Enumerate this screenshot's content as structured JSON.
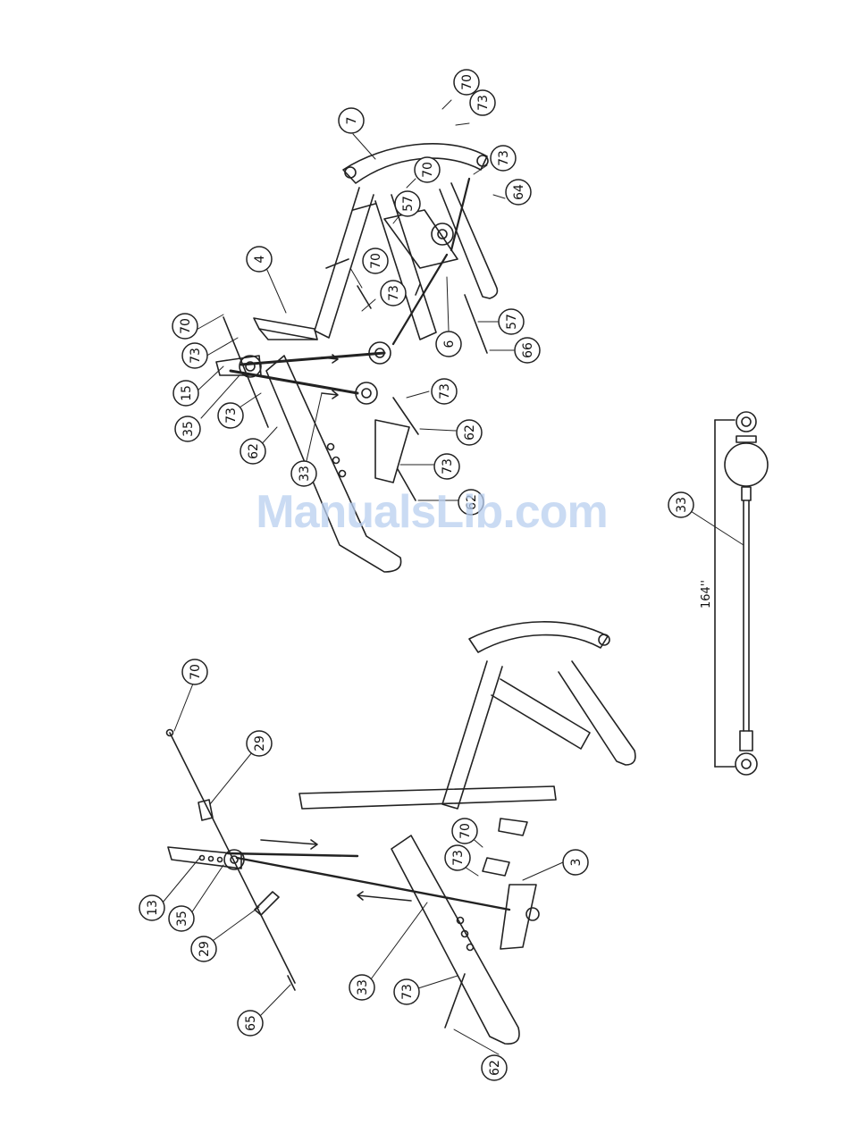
{
  "callouts": {
    "top": [
      "70",
      "73",
      "7",
      "73",
      "70",
      "64",
      "57",
      "4",
      "70",
      "73",
      "70",
      "73",
      "15",
      "35",
      "73",
      "62",
      "73",
      "62",
      "6",
      "57",
      "66",
      "33",
      "73",
      "62"
    ],
    "bottom": [
      "70",
      "29",
      "13",
      "35",
      "29",
      "65",
      "33",
      "73",
      "62",
      "3",
      "70",
      "73"
    ],
    "cable": [
      "33"
    ]
  },
  "cable_length": "164''",
  "watermark": "ManualsLib.com"
}
